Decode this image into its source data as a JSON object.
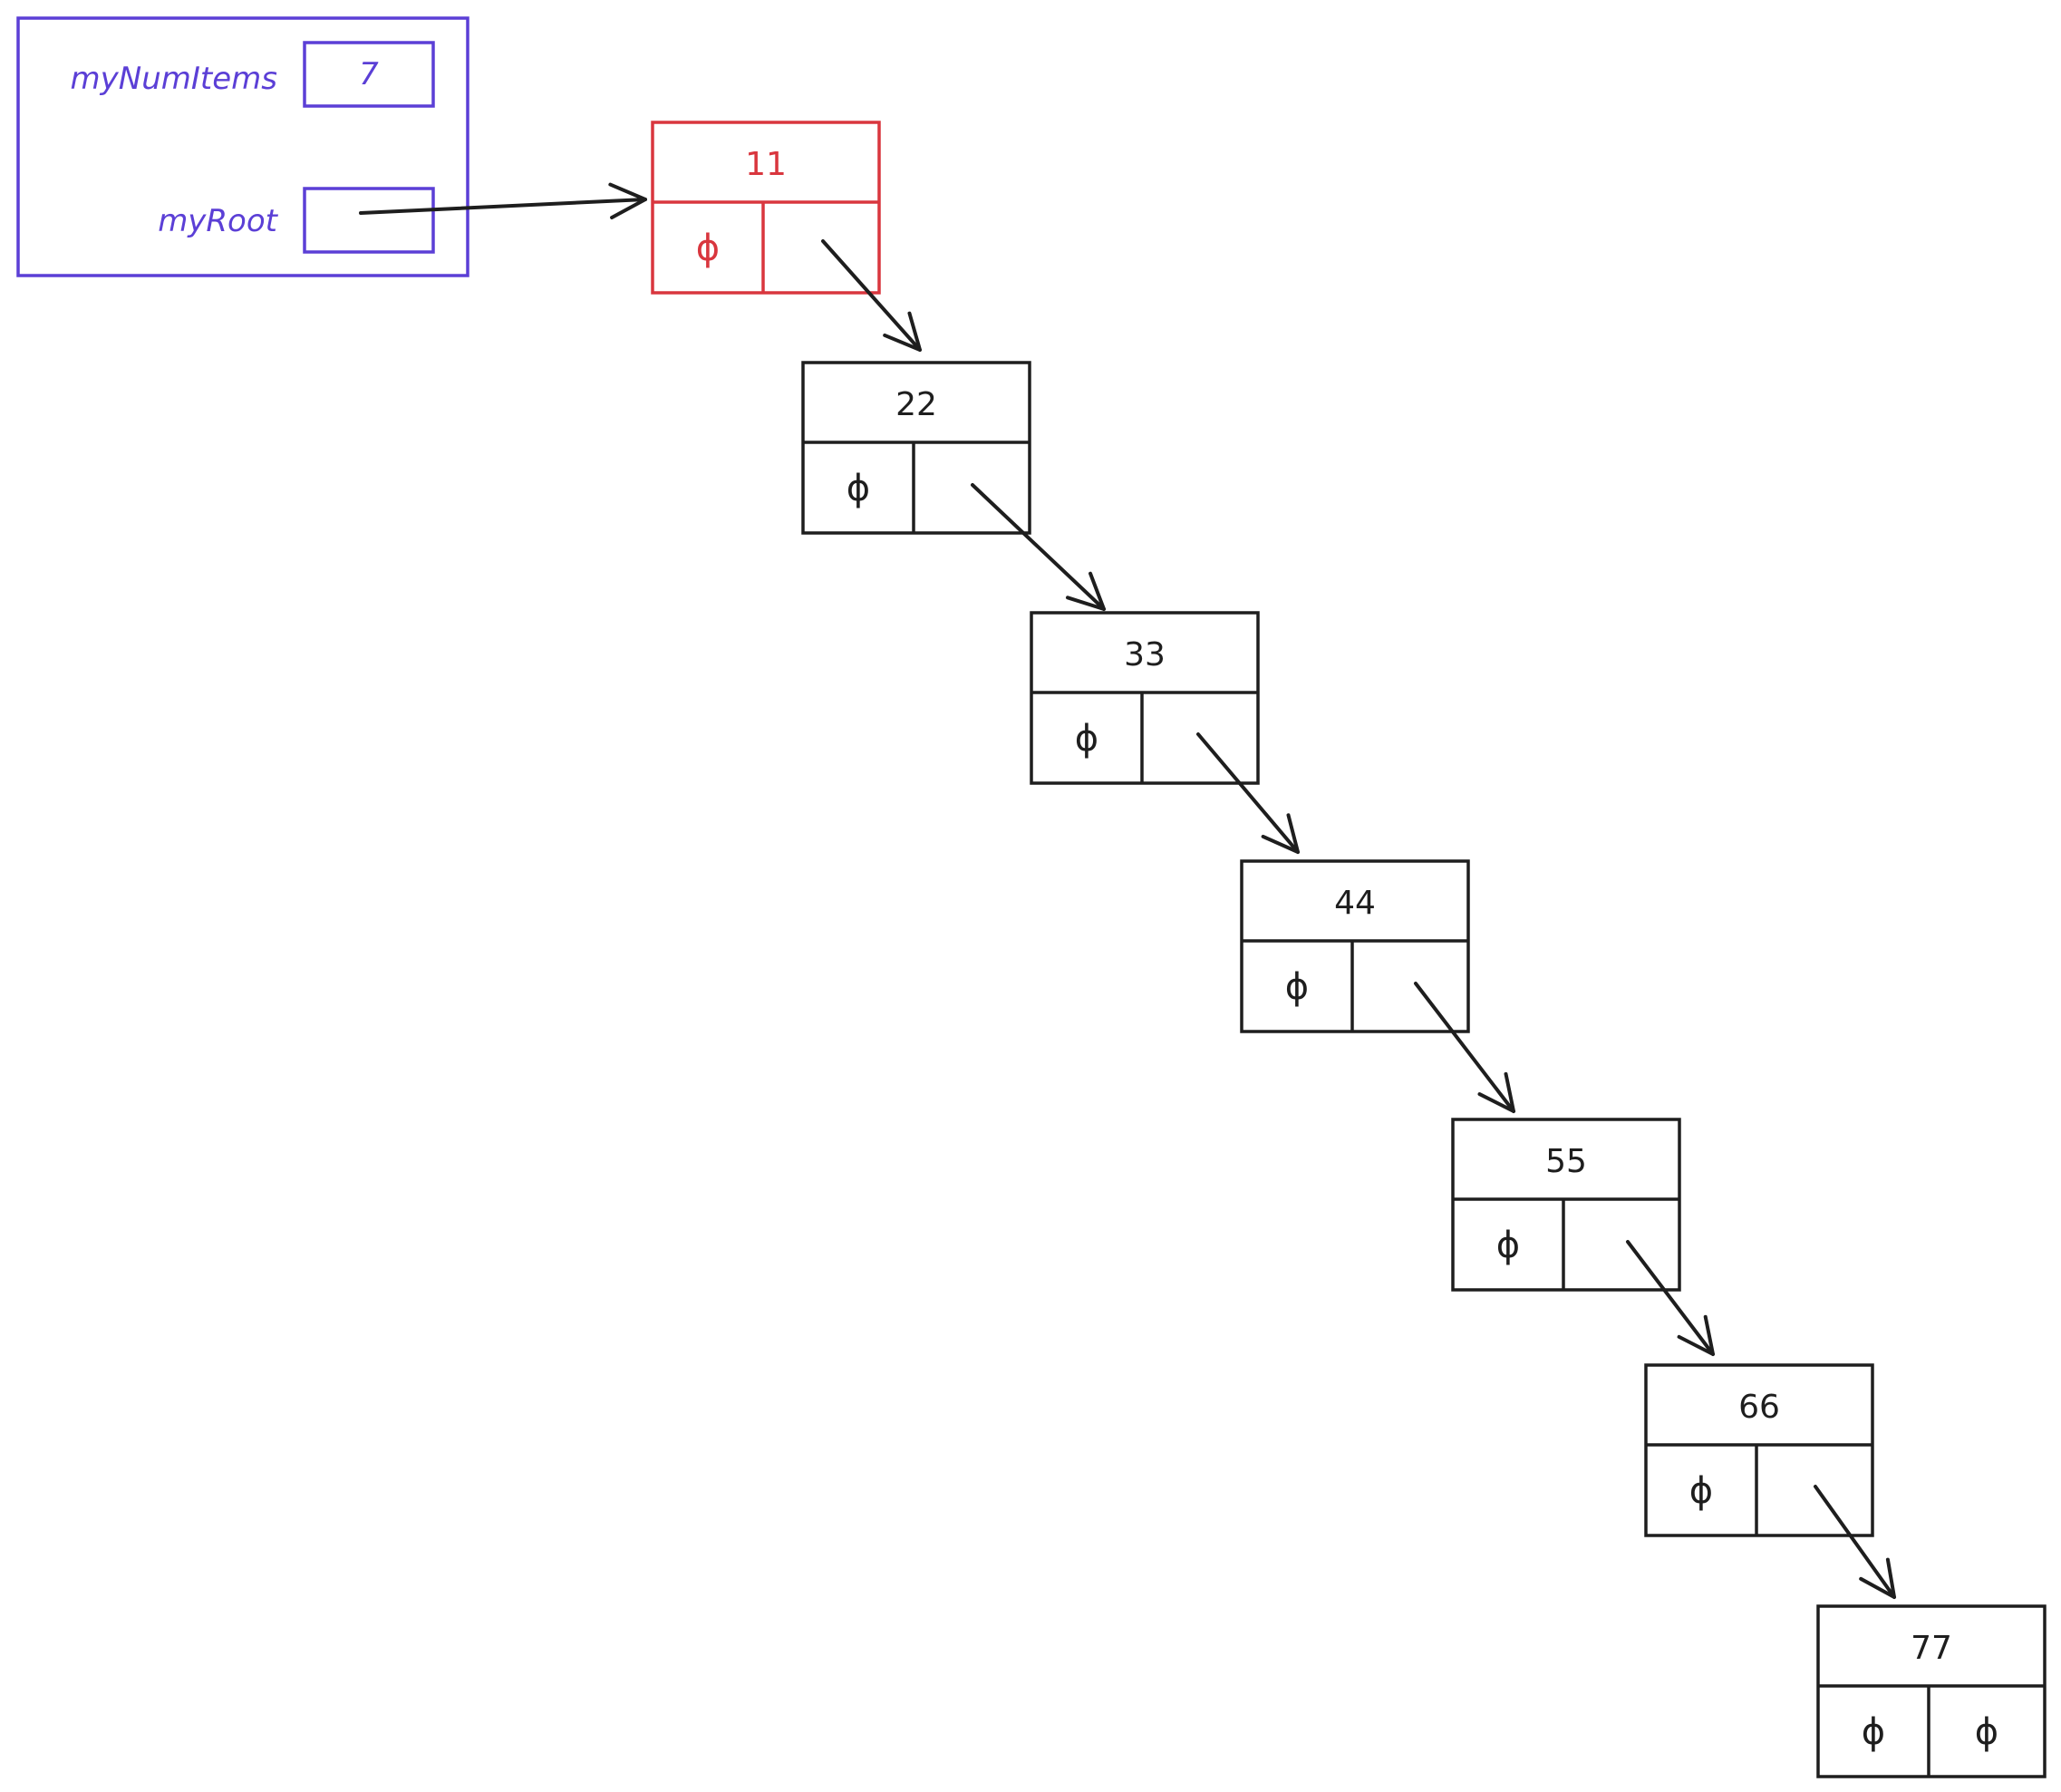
{
  "bst": {
    "fields": {
      "num_items_label": "myNumItems",
      "num_items_value": "7",
      "root_label": "myRoot"
    },
    "null_symbol": "ϕ",
    "nodes": [
      {
        "id": "node-11",
        "value": "11",
        "left": "ϕ",
        "right": "",
        "highlighted": true
      },
      {
        "id": "node-22",
        "value": "22",
        "left": "ϕ",
        "right": "",
        "highlighted": false
      },
      {
        "id": "node-33",
        "value": "33",
        "left": "ϕ",
        "right": "",
        "highlighted": false
      },
      {
        "id": "node-44",
        "value": "44",
        "left": "ϕ",
        "right": "",
        "highlighted": false
      },
      {
        "id": "node-55",
        "value": "55",
        "left": "ϕ",
        "right": "",
        "highlighted": false
      },
      {
        "id": "node-66",
        "value": "66",
        "left": "ϕ",
        "right": "",
        "highlighted": false
      },
      {
        "id": "node-77",
        "value": "77",
        "left": "ϕ",
        "right": "ϕ",
        "highlighted": false
      }
    ],
    "edges": [
      {
        "from": "myRoot",
        "to": "node-11"
      },
      {
        "from": "node-11",
        "to": "node-22"
      },
      {
        "from": "node-22",
        "to": "node-33"
      },
      {
        "from": "node-33",
        "to": "node-44"
      },
      {
        "from": "node-44",
        "to": "node-55"
      },
      {
        "from": "node-55",
        "to": "node-66"
      },
      {
        "from": "node-66",
        "to": "node-77"
      }
    ]
  },
  "colors": {
    "struct": "#5b3fd6",
    "highlight": "#d9363e",
    "ink": "#1e1e1e"
  }
}
